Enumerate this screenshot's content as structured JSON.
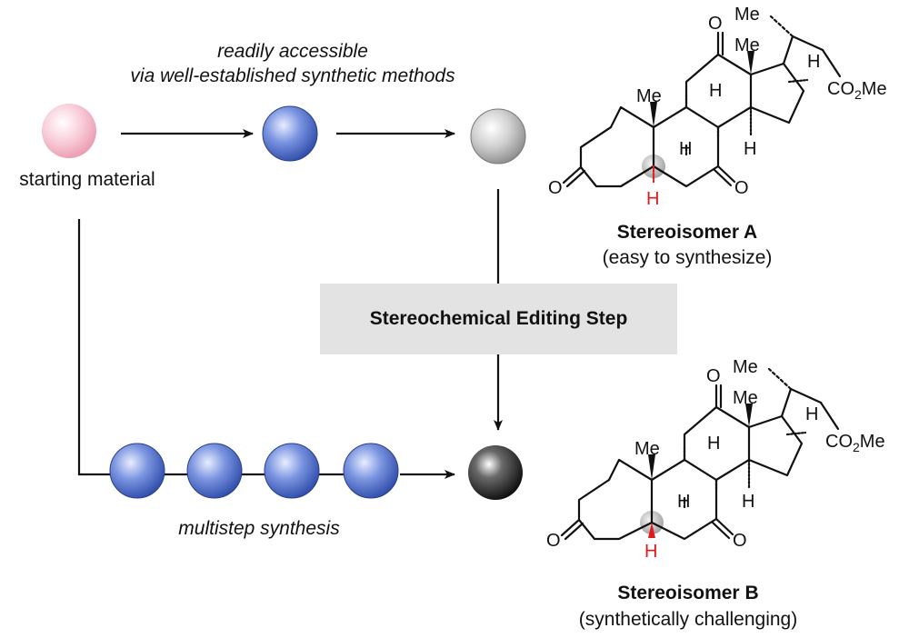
{
  "top_caption": {
    "line1": "readily accessible",
    "line2": "via well-established synthetic methods"
  },
  "starting_material_label": "starting material",
  "editing_step_label": "Stereochemical Editing Step",
  "bottom_caption": "multistep synthesis",
  "stereoisomer_a": {
    "name": "Stereoisomer A",
    "note": "(easy to synthesize)",
    "h_position": "down (hashed)"
  },
  "stereoisomer_b": {
    "name": "Stereoisomer B",
    "note": "(synthetically challenging)",
    "h_position": "up (wedged)"
  },
  "atom_labels": {
    "me": "Me",
    "h": "H",
    "o": "O",
    "ester": "CO",
    "ester_sub": "2",
    "ester_tail": "Me"
  },
  "colors": {
    "starting_material_sphere": "#f4b6c6",
    "intermediate_sphere": "#3d5ec2",
    "target_a_sphere": "#b8b8b8",
    "target_b_sphere": "#2a2a2a",
    "editing_box": "#e3e3e3",
    "highlight_h": "#e01a1a"
  }
}
